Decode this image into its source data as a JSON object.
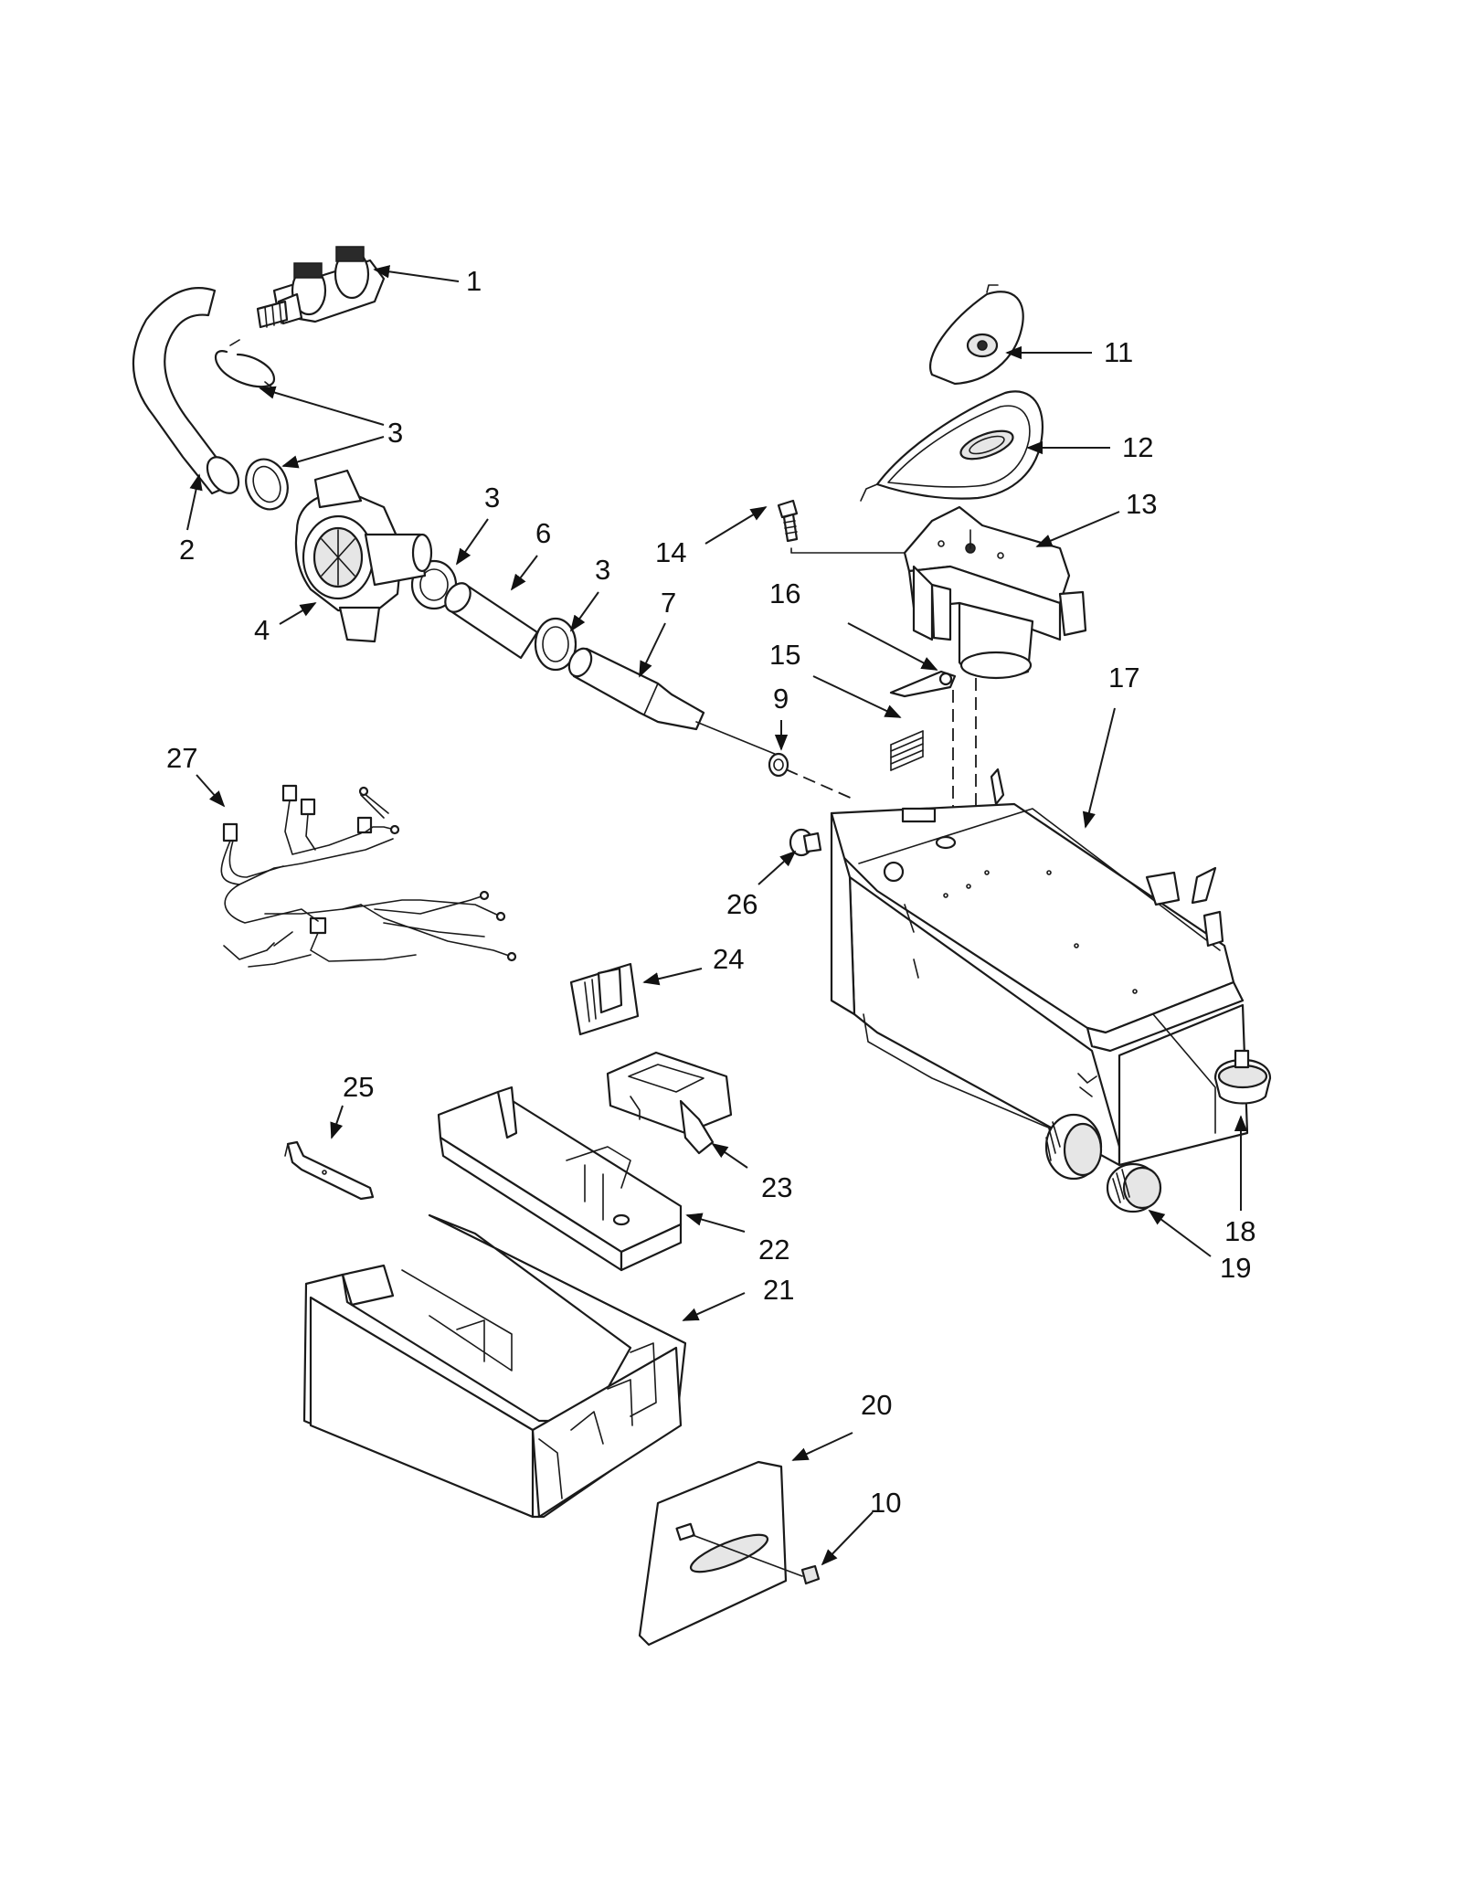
{
  "diagram": {
    "callouts": [
      {
        "id": "c1",
        "label": "1"
      },
      {
        "id": "c2",
        "label": "2"
      },
      {
        "id": "c3a",
        "label": "3"
      },
      {
        "id": "c3b",
        "label": "3"
      },
      {
        "id": "c3c",
        "label": "3"
      },
      {
        "id": "c4",
        "label": "4"
      },
      {
        "id": "c6",
        "label": "6"
      },
      {
        "id": "c7",
        "label": "7"
      },
      {
        "id": "c9",
        "label": "9"
      },
      {
        "id": "c10",
        "label": "10"
      },
      {
        "id": "c11",
        "label": "11"
      },
      {
        "id": "c12",
        "label": "12"
      },
      {
        "id": "c13",
        "label": "13"
      },
      {
        "id": "c14",
        "label": "14"
      },
      {
        "id": "c15",
        "label": "15"
      },
      {
        "id": "c16",
        "label": "16"
      },
      {
        "id": "c17",
        "label": "17"
      },
      {
        "id": "c18",
        "label": "18"
      },
      {
        "id": "c19",
        "label": "19"
      },
      {
        "id": "c20",
        "label": "20"
      },
      {
        "id": "c21",
        "label": "21"
      },
      {
        "id": "c22",
        "label": "22"
      },
      {
        "id": "c23",
        "label": "23"
      },
      {
        "id": "c24",
        "label": "24"
      },
      {
        "id": "c25",
        "label": "25"
      },
      {
        "id": "c26",
        "label": "26"
      },
      {
        "id": "c27",
        "label": "27"
      }
    ]
  }
}
